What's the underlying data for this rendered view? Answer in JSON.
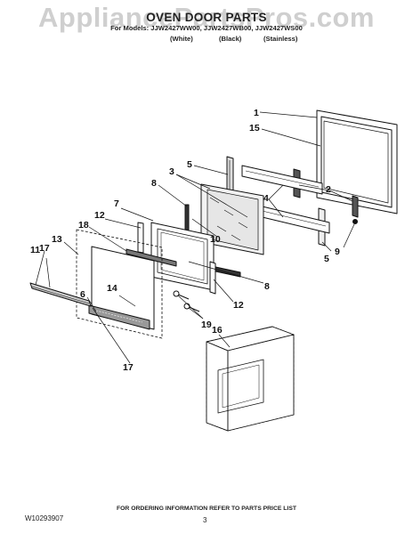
{
  "watermark": "AppliancePartsPros.com",
  "header": {
    "title": "OVEN DOOR PARTS",
    "models_line": "For Models: JJW2427WW00, JJW2427WB00, JJW2427WS00",
    "finishes": [
      "(White)",
      "(Black)",
      "(Stainless)"
    ]
  },
  "callouts": {
    "c1": "1",
    "c15": "15",
    "c5a": "5",
    "c3": "3",
    "c8a": "8",
    "c2": "2",
    "c4": "4",
    "c7": "7",
    "c12a": "12",
    "c18": "18",
    "c10": "10",
    "c9": "9",
    "c5b": "5",
    "c11": "11",
    "c17a": "17",
    "c13": "13",
    "c8b": "8",
    "c14": "14",
    "c6": "6",
    "c12b": "12",
    "c19": "19",
    "c16": "16",
    "c17b": "17"
  },
  "footer": {
    "ordering_note": "FOR ORDERING INFORMATION REFER TO PARTS PRICE LIST",
    "doc_number": "W10293907",
    "page_number": "3"
  }
}
